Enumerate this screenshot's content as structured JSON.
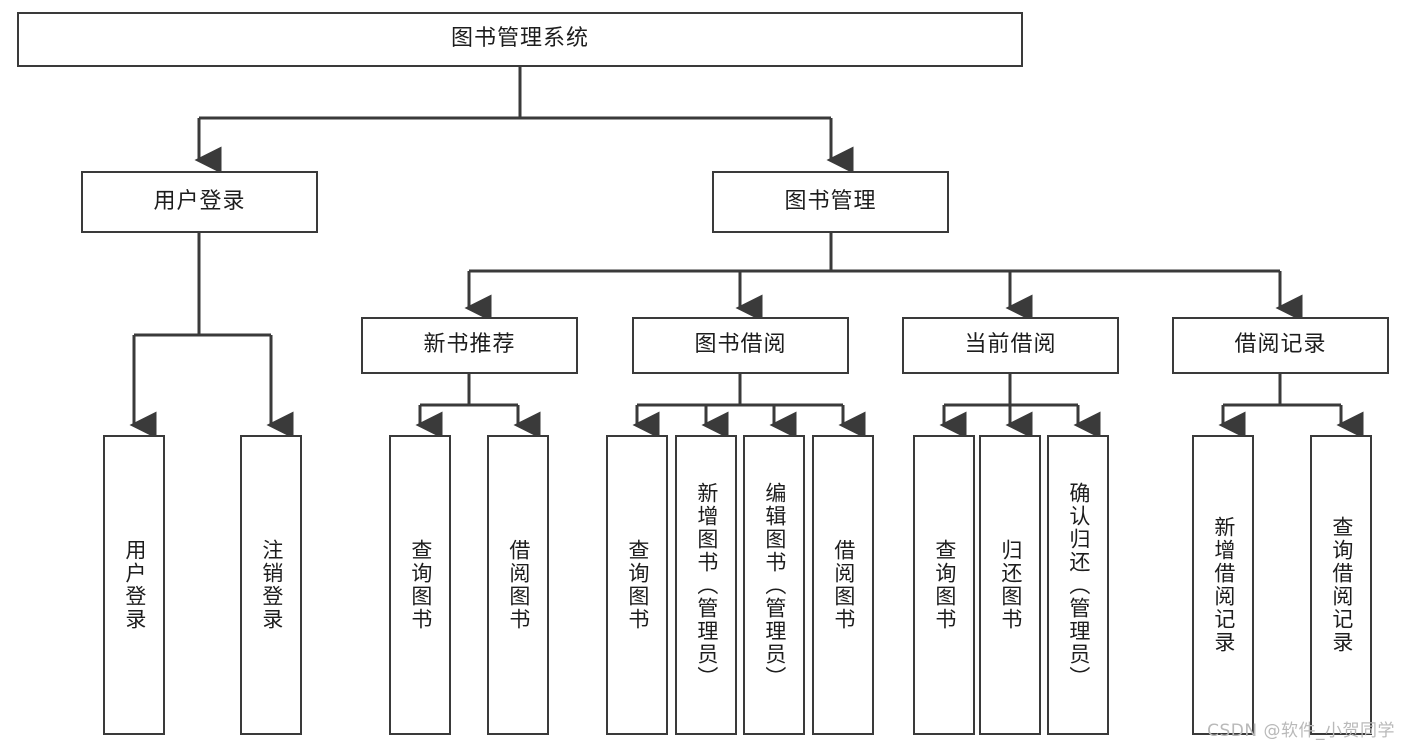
{
  "diagram": {
    "title": "图书管理系统",
    "type": "tree-hierarchy",
    "line_color": "#3a3a3a",
    "box_fill": "#ffffff",
    "text_color": "#1d1d1d",
    "watermark": "CSDN @软件_小贺同学"
  },
  "root": {
    "label": "图书管理系统"
  },
  "level2": [
    {
      "label": "用户登录"
    },
    {
      "label": "图书管理"
    }
  ],
  "level3": [
    {
      "label": "新书推荐"
    },
    {
      "label": "图书借阅"
    },
    {
      "label": "当前借阅"
    },
    {
      "label": "借阅记录"
    }
  ],
  "leaves": {
    "user_login": [
      {
        "label": "用户登录"
      },
      {
        "label": "注销登录"
      }
    ],
    "new_book_recommend": [
      {
        "label": "查询图书"
      },
      {
        "label": "借阅图书"
      }
    ],
    "book_borrow": [
      {
        "label": "查询图书"
      },
      {
        "label": "新增图书（管理员）"
      },
      {
        "label": "编辑图书（管理员）"
      },
      {
        "label": "借阅图书"
      }
    ],
    "current_borrow": [
      {
        "label": "查询图书"
      },
      {
        "label": "归还图书"
      },
      {
        "label": "确认归还（管理员）"
      }
    ],
    "borrow_record": [
      {
        "label": "新增借阅记录"
      },
      {
        "label": "查询借阅记录"
      }
    ]
  }
}
